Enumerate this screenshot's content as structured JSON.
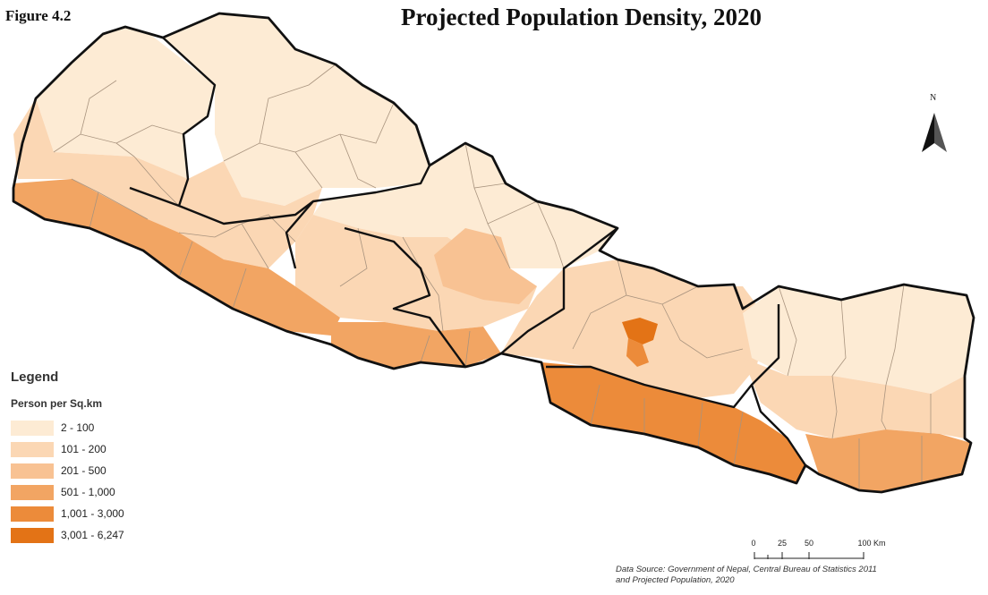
{
  "figure_label": "Figure 4.2",
  "title": "Projected Population Density, 2020",
  "legend": {
    "title": "Legend",
    "subtitle": "Person per Sq.km",
    "items": [
      {
        "label": "2 - 100",
        "color": "#fdebd4"
      },
      {
        "label": "101 - 200",
        "color": "#fbd7b4"
      },
      {
        "label": "201 - 500",
        "color": "#f8c293"
      },
      {
        "label": "501 - 1,000",
        "color": "#f2a563"
      },
      {
        "label": "1,001 - 3,000",
        "color": "#ec8b3a"
      },
      {
        "label": "3,001 - 6,247",
        "color": "#e37316"
      }
    ]
  },
  "north_arrow": {
    "letter": "N",
    "icon": "north-arrow-icon"
  },
  "scale_bar": {
    "ticks": [
      "0",
      "25",
      "50",
      "100 Km"
    ]
  },
  "data_source": {
    "line1": "Data Source: Government of Nepal, Central Bureau of Statistics 2011",
    "line2": "and Projected Population, 2020"
  },
  "colors": {
    "border": "#111111",
    "district_line": "#a8937e"
  }
}
